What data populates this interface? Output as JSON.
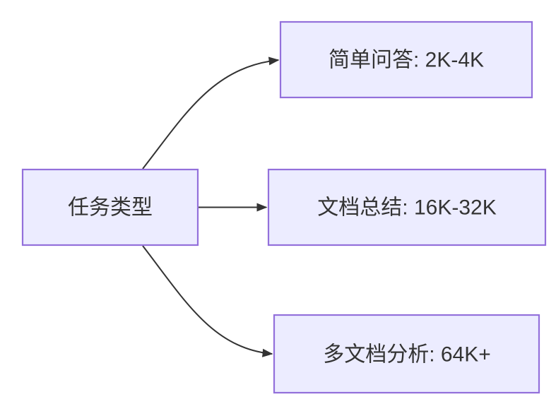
{
  "diagram": {
    "type": "flowchart-lr",
    "root": {
      "id": "task-type",
      "label": "任务类型"
    },
    "branches": [
      {
        "id": "simple-qa",
        "label": "简单问答: 2K-4K"
      },
      {
        "id": "doc-summary",
        "label": "文档总结: 16K-32K"
      },
      {
        "id": "multi-doc",
        "label": "多文档分析: 64K+"
      }
    ],
    "edges": [
      {
        "from": "task-type",
        "to": "simple-qa"
      },
      {
        "from": "task-type",
        "to": "doc-summary"
      },
      {
        "from": "task-type",
        "to": "multi-doc"
      }
    ],
    "colors": {
      "node_fill": "#ECECFF",
      "node_border": "#9370DB",
      "edge": "#333333",
      "text": "#333333",
      "background": "#FFFFFF"
    }
  }
}
